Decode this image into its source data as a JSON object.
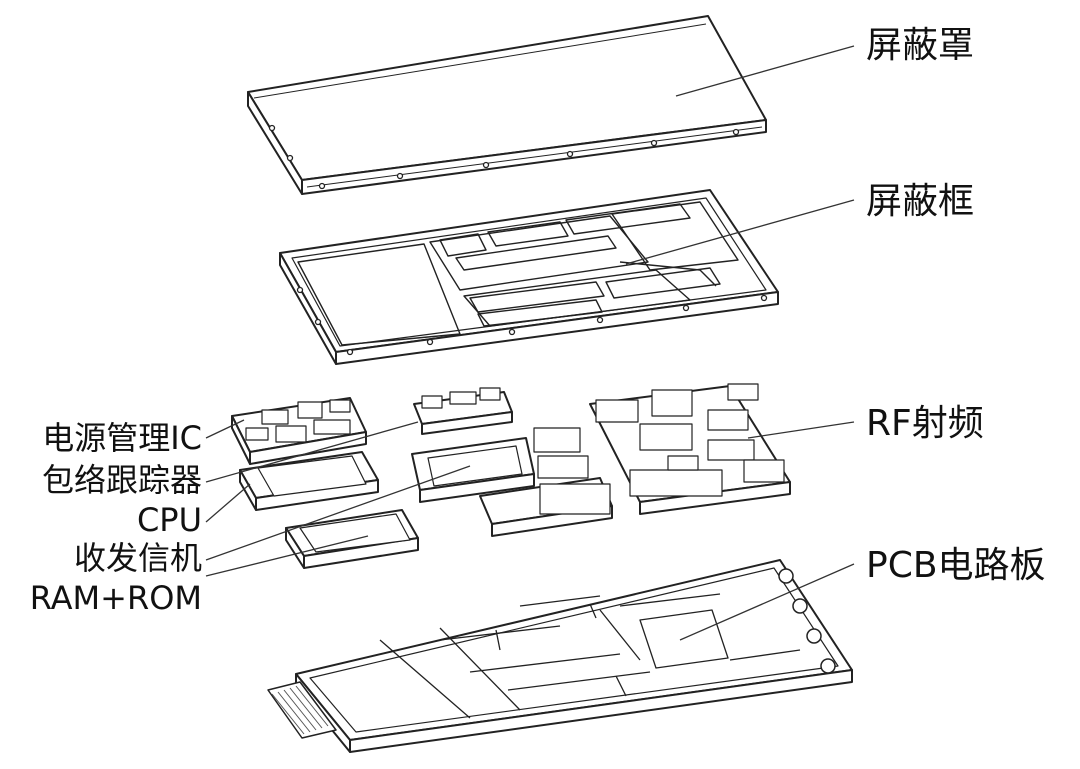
{
  "diagram": {
    "right_labels": {
      "shield_cover": "屏蔽罩",
      "shield_frame": "屏蔽框",
      "rf": "RF射频",
      "pcb": "PCB电路板"
    },
    "left_labels": {
      "pmic": "电源管理IC",
      "envelope_tracker": "包络跟踪器",
      "cpu": "CPU",
      "transceiver": "收发信机",
      "memory": "RAM+ROM"
    },
    "colors": {
      "line": "#222222",
      "fill": "#ffffff",
      "hatch": "#555555"
    }
  }
}
